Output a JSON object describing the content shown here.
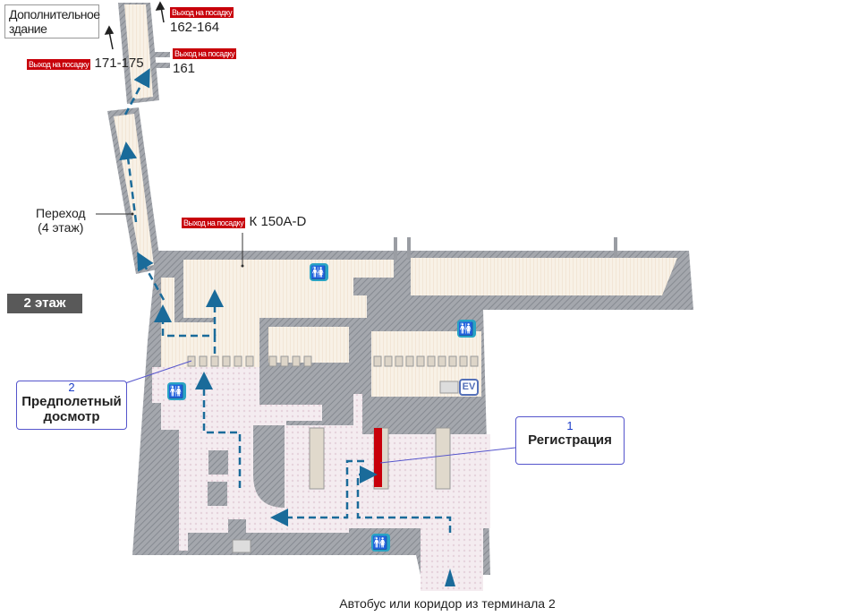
{
  "annex_building": "Дополнительное здание",
  "gates": [
    {
      "tag": "Выход на посадку",
      "number": "162-164"
    },
    {
      "tag": "Выход на посадку",
      "number": "161"
    },
    {
      "tag": "Выход на посадку",
      "number": "171-175"
    },
    {
      "tag": "Выход на посадку",
      "number": "К 150A-D"
    }
  ],
  "passage": {
    "line1": "Переход",
    "line2": "(4 этаж)"
  },
  "floor_label": "2 этаж",
  "callouts": [
    {
      "number": "1",
      "label": "Регистрация"
    },
    {
      "number": "2",
      "label_line1": "Предполетный",
      "label_line2": "досмотр"
    }
  ],
  "elevator_label": "EV",
  "bottom_label": "Автобус или коридор из терминала 2",
  "colors": {
    "wall": "#9a9da3",
    "floor": "#f6eee2",
    "secure_floor": "#f3e9ee",
    "route": "#1a6b9a",
    "checkin": "#c8000a",
    "restroom": "#2aa3c4"
  }
}
